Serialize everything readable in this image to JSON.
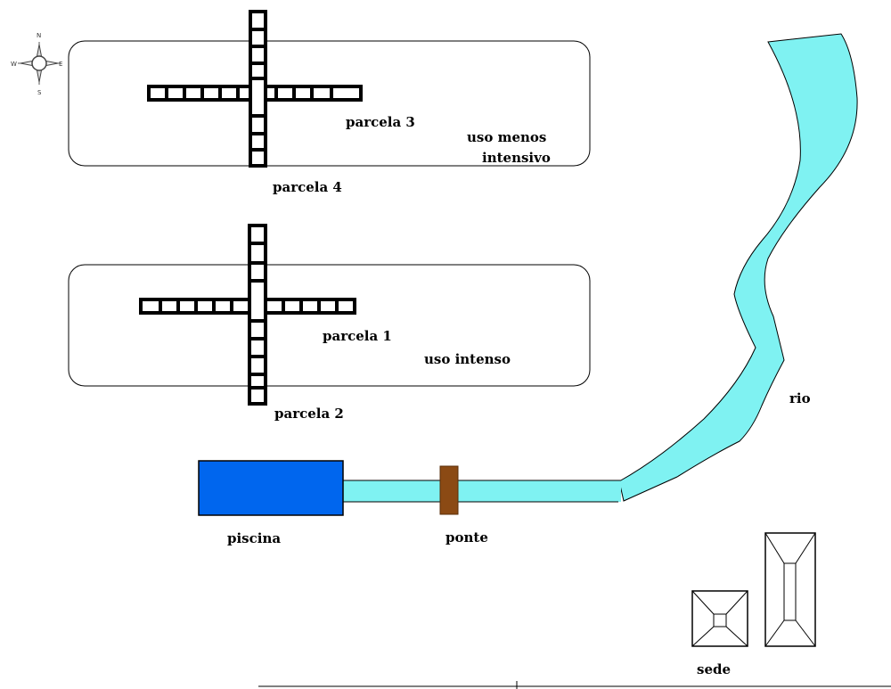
{
  "compass": {
    "n": "N",
    "s": "S",
    "e": "E",
    "w": "W"
  },
  "labels": {
    "parcela3": "parcela 3",
    "parcela4": "parcela 4",
    "uso_menos_line1": "uso menos",
    "uso_menos_line2": "intensivo",
    "parcela1": "parcela 1",
    "parcela2": "parcela 2",
    "uso_intenso": "uso intenso",
    "rio": "rio",
    "piscina": "piscina",
    "ponte": "ponte",
    "sede": "sede"
  },
  "colors": {
    "water": "#7ff2f2",
    "pool": "#0066ee",
    "bridge": "#8b4a14",
    "outline": "#000000"
  }
}
